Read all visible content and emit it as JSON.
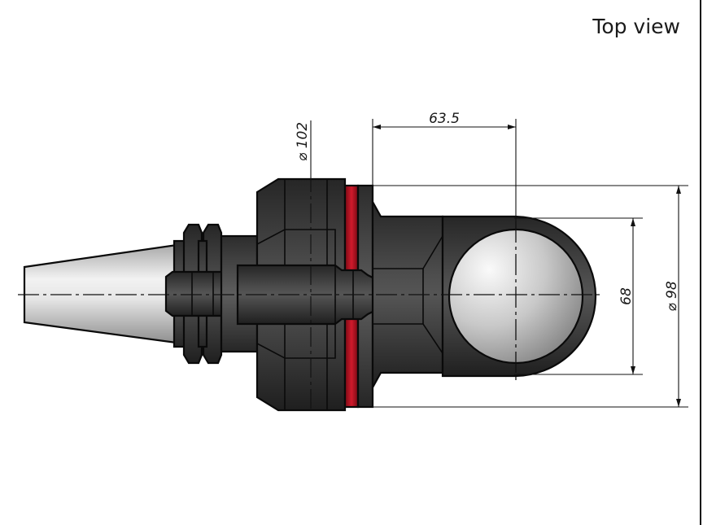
{
  "view_title": "Top view",
  "dimensions": {
    "flange_diameter": "⌀ 102",
    "offset_length": "63.5",
    "body_width": "68",
    "body_diameter": "⌀ 98"
  },
  "colors": {
    "body": "#3c3c3c",
    "seal_ring": "#c8102e",
    "shank": "#d4d4d4"
  }
}
